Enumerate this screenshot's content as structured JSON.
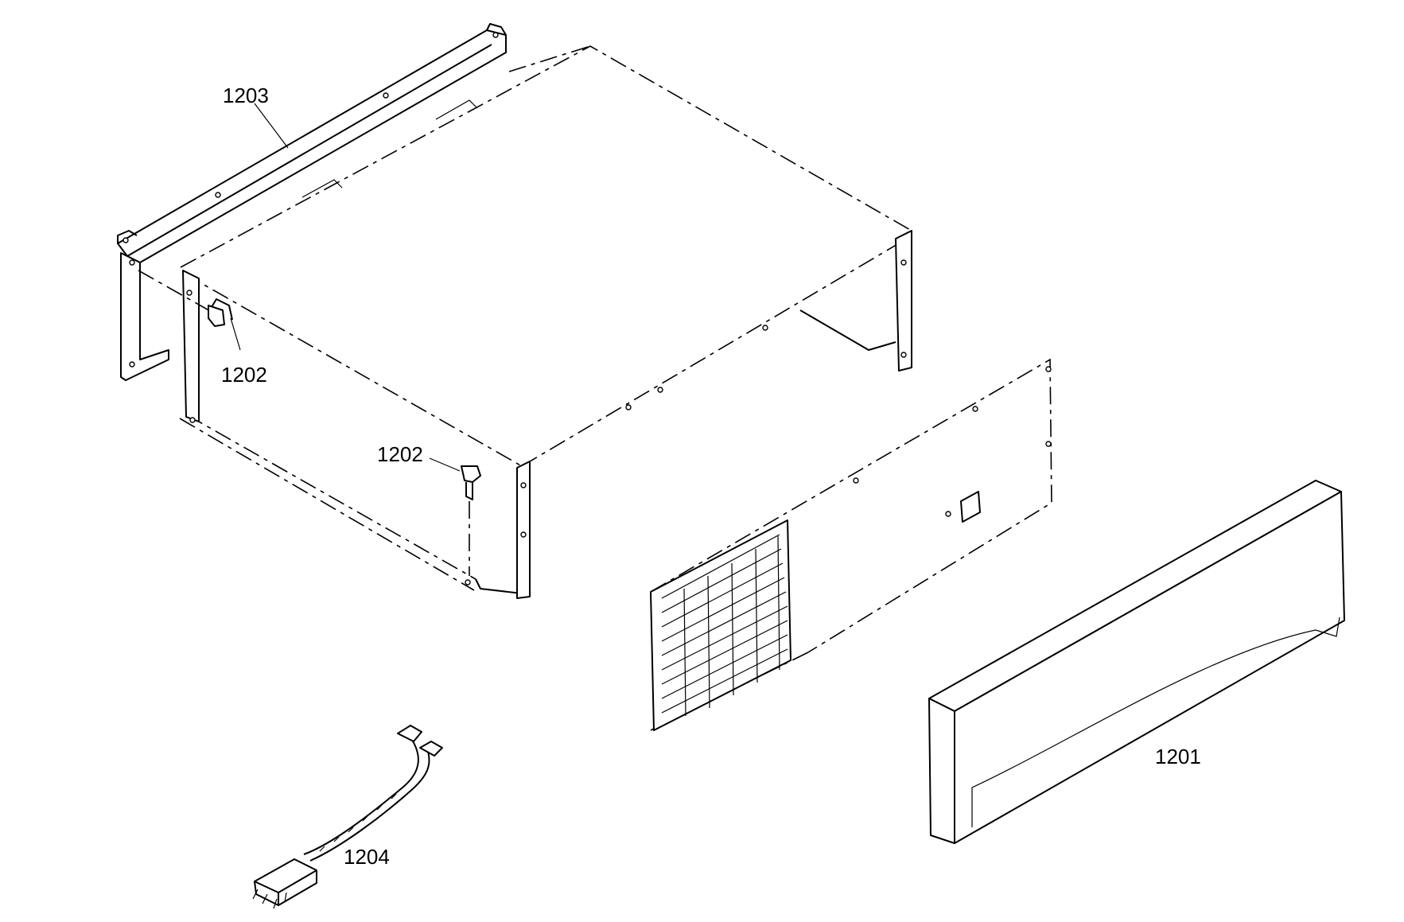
{
  "diagram": {
    "colors": {
      "line": "#000000",
      "background": "#ffffff"
    },
    "parts": [
      {
        "id": "1201",
        "label": "1201"
      },
      {
        "id": "1202a",
        "label": "1202"
      },
      {
        "id": "1202b",
        "label": "1202"
      },
      {
        "id": "1203",
        "label": "1203"
      },
      {
        "id": "1204",
        "label": "1204"
      }
    ]
  }
}
